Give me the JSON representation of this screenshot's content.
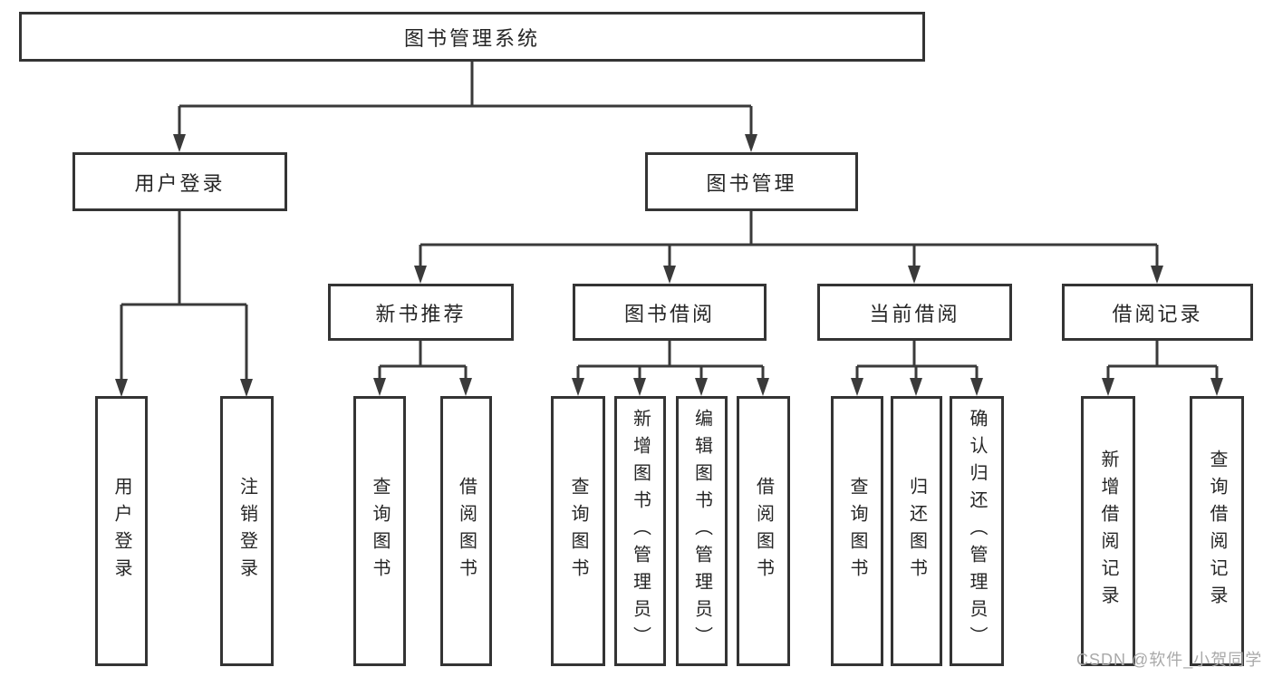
{
  "diagram": {
    "root": {
      "label": "图书管理系统"
    },
    "level2": [
      {
        "label": "用户登录"
      },
      {
        "label": "图书管理"
      }
    ],
    "level3": [
      {
        "label": "新书推荐"
      },
      {
        "label": "图书借阅"
      },
      {
        "label": "当前借阅"
      },
      {
        "label": "借阅记录"
      }
    ],
    "leaves": {
      "user_login": [
        {
          "label": "用户登录"
        },
        {
          "label": "注销登录"
        }
      ],
      "new_books": [
        {
          "label": "查询图书"
        },
        {
          "label": "借阅图书"
        }
      ],
      "book_borrow": [
        {
          "label": "查询图书"
        },
        {
          "label": "新增图书（管理员）"
        },
        {
          "label": "编辑图书（管理员）"
        },
        {
          "label": "借阅图书"
        }
      ],
      "current_borrow": [
        {
          "label": "查询图书"
        },
        {
          "label": "归还图书"
        },
        {
          "label": "确认归还（管理员）"
        }
      ],
      "borrow_records": [
        {
          "label": "新增借阅记录"
        },
        {
          "label": "查询借阅记录"
        }
      ]
    },
    "watermark": "CSDN @软件_小贺同学",
    "colors": {
      "line": "#3a3a3a",
      "box_border": "#343434",
      "text": "#262626",
      "watermark": "#a9a9a9",
      "background": "#ffffff"
    }
  }
}
